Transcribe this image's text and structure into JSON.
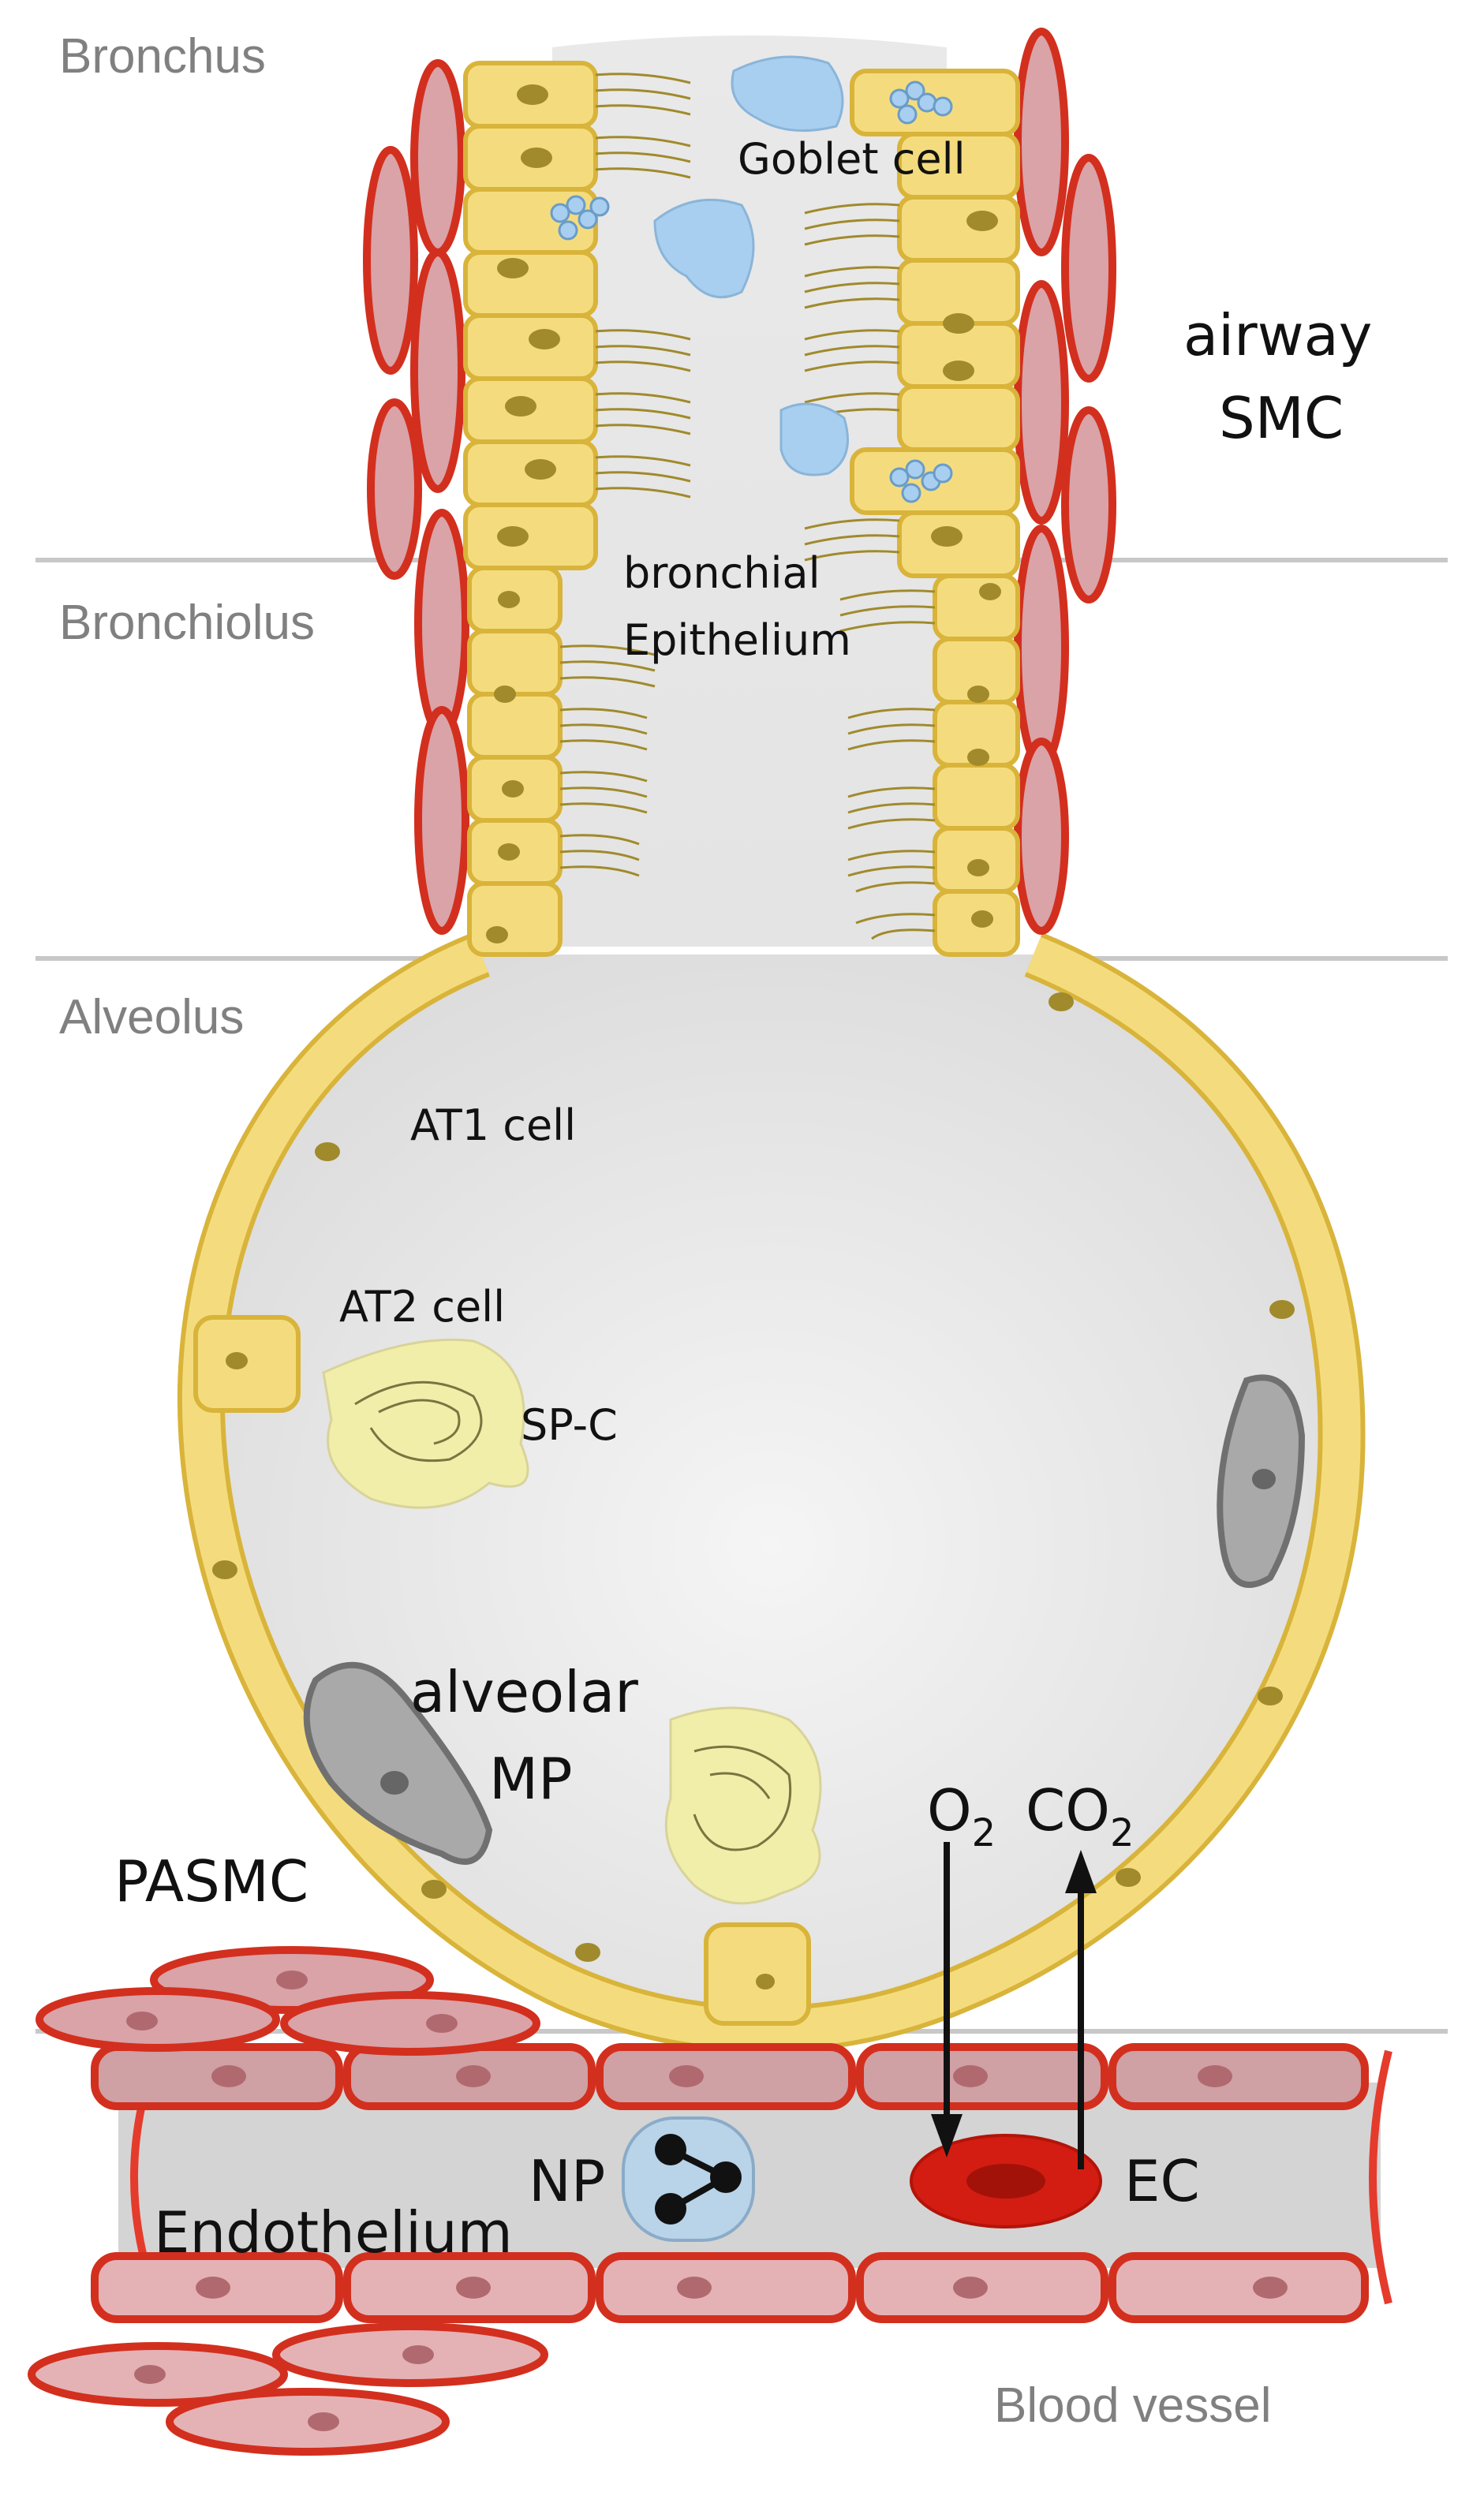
{
  "regions": {
    "bronchus": "Bronchus",
    "bronchiolus": "Bronchiolus",
    "alveolus": "Alveolus",
    "blood_vessel": "Blood vessel"
  },
  "labels": {
    "goblet_cell": "Goblet cell",
    "airway_smc_line1": "airway",
    "airway_smc_line2": "SMC",
    "bronchial_epithelium_line1": "bronchial",
    "bronchial_epithelium_line2": "Epithelium",
    "at1_cell": "AT1 cell",
    "at2_cell": "AT2 cell",
    "sp_c": "SP-C",
    "alveolar_mp_line1": "alveolar",
    "alveolar_mp_line2": "MP",
    "pasmc": "PASMC",
    "np": "NP",
    "endothelium": "Endothelium",
    "ec": "EC",
    "o2_main": "O",
    "o2_sub": "2",
    "co2_main": "CO",
    "co2_sub": "2"
  },
  "colors": {
    "epithelium_fill": "#f4dc7e",
    "epithelium_stroke": "#d9b43a",
    "nucleus": "#a08a2c",
    "smc_outer": "#d32f1e",
    "smc_inner": "#e4b2b5",
    "smc_nucleus": "#b06a6f",
    "lumen": "#e8e8e8",
    "vessel_lumen": "#d4d4d4",
    "macrophage": "#a9a9a9",
    "surfactant": "#f1eeaa",
    "goblet_granules": "#a8cff0",
    "neutrophil": "#b9d3e8",
    "erythrocyte": "#d31d12"
  }
}
